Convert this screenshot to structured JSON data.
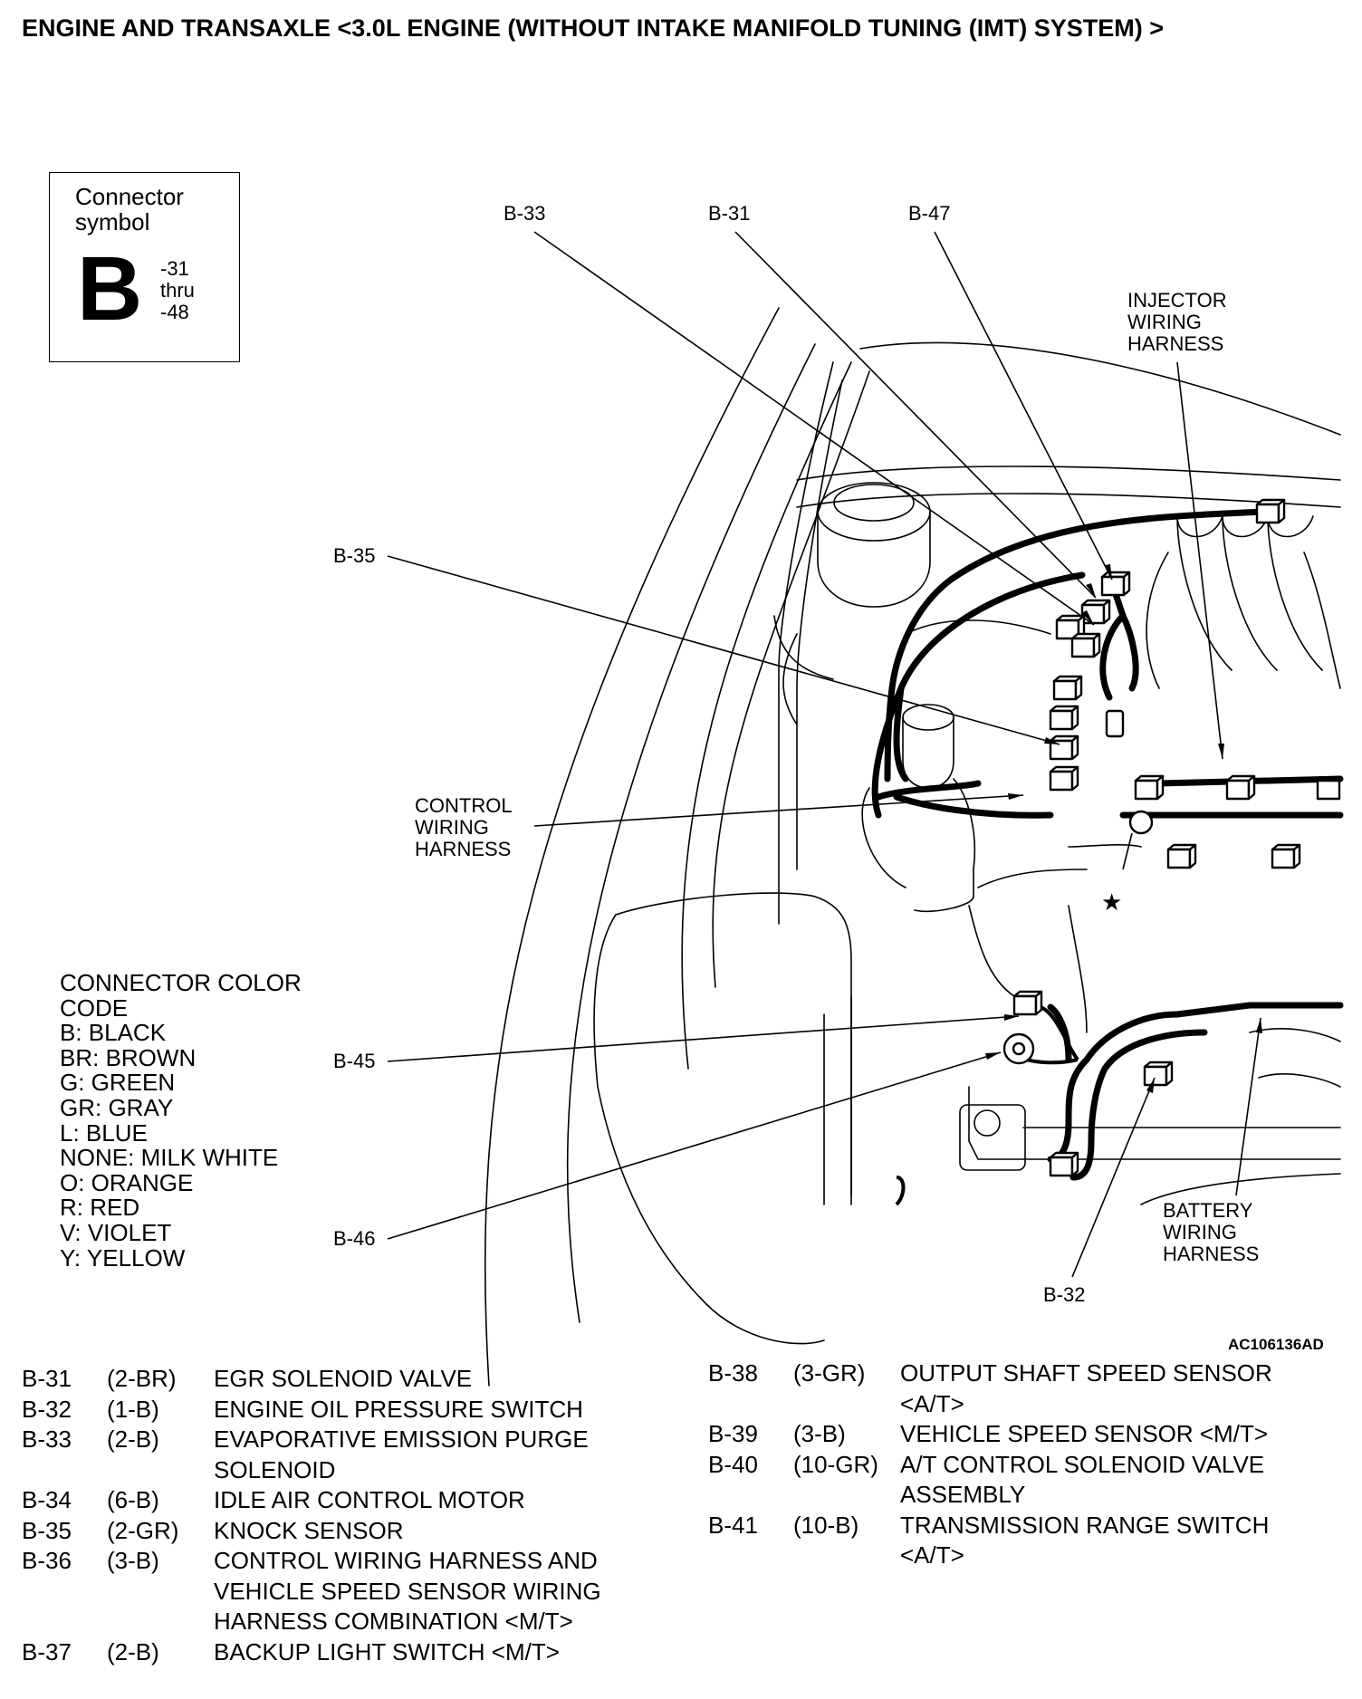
{
  "title": "ENGINE AND TRANSAXLE <3.0L ENGINE (WITHOUT INTAKE MANIFOLD TUNING (IMT) SYSTEM) >",
  "connector_symbol": {
    "label": "Connector symbol",
    "letter": "B",
    "range_line1": "-31",
    "range_line2": "thru",
    "range_line3": "-48"
  },
  "color_code": {
    "title_line1": "CONNECTOR COLOR",
    "title_line2": "CODE",
    "entries": [
      "B: BLACK",
      "BR: BROWN",
      "G: GREEN",
      "GR: GRAY",
      "L: BLUE",
      "NONE: MILK WHITE",
      "O: ORANGE",
      "R: RED",
      "V: VIOLET",
      "Y: YELLOW"
    ]
  },
  "callouts": {
    "b33": "B-33",
    "b31": "B-31",
    "b47": "B-47",
    "b35": "B-35",
    "b45": "B-45",
    "b46": "B-46",
    "b32": "B-32",
    "injector_1": "INJECTOR",
    "injector_2": "WIRING",
    "injector_3": "HARNESS",
    "control_1": "CONTROL",
    "control_2": "WIRING",
    "control_3": "HARNESS",
    "battery_1": "BATTERY",
    "battery_2": "WIRING",
    "battery_3": "HARNESS",
    "star": "★"
  },
  "figure_code": "AC106136AD",
  "connectors_left": [
    {
      "id": "B-31",
      "pin": "(2-BR)",
      "desc": "EGR SOLENOID VALVE"
    },
    {
      "id": "B-32",
      "pin": "(1-B)",
      "desc": "ENGINE OIL PRESSURE SWITCH"
    },
    {
      "id": "B-33",
      "pin": "(2-B)",
      "desc": "EVAPORATIVE EMISSION PURGE SOLENOID"
    },
    {
      "id": "B-34",
      "pin": "(6-B)",
      "desc": "IDLE AIR CONTROL MOTOR"
    },
    {
      "id": "B-35",
      "pin": "(2-GR)",
      "desc": "KNOCK SENSOR"
    },
    {
      "id": "B-36",
      "pin": "(3-B)",
      "desc": "CONTROL WIRING HARNESS AND VEHICLE SPEED SENSOR WIRING HARNESS COMBINATION <M/T>"
    },
    {
      "id": "B-37",
      "pin": "(2-B)",
      "desc": "BACKUP LIGHT SWITCH <M/T>"
    }
  ],
  "connectors_right": [
    {
      "id": "B-38",
      "pin": "(3-GR)",
      "desc": "OUTPUT SHAFT SPEED SENSOR <A/T>"
    },
    {
      "id": "B-39",
      "pin": "(3-B)",
      "desc": "VEHICLE SPEED SENSOR <M/T>"
    },
    {
      "id": "B-40",
      "pin": "(10-GR)",
      "desc": "A/T CONTROL SOLENOID VALVE ASSEMBLY"
    },
    {
      "id": "B-41",
      "pin": "(10-B)",
      "desc": "TRANSMISSION RANGE SWITCH <A/T>"
    }
  ]
}
